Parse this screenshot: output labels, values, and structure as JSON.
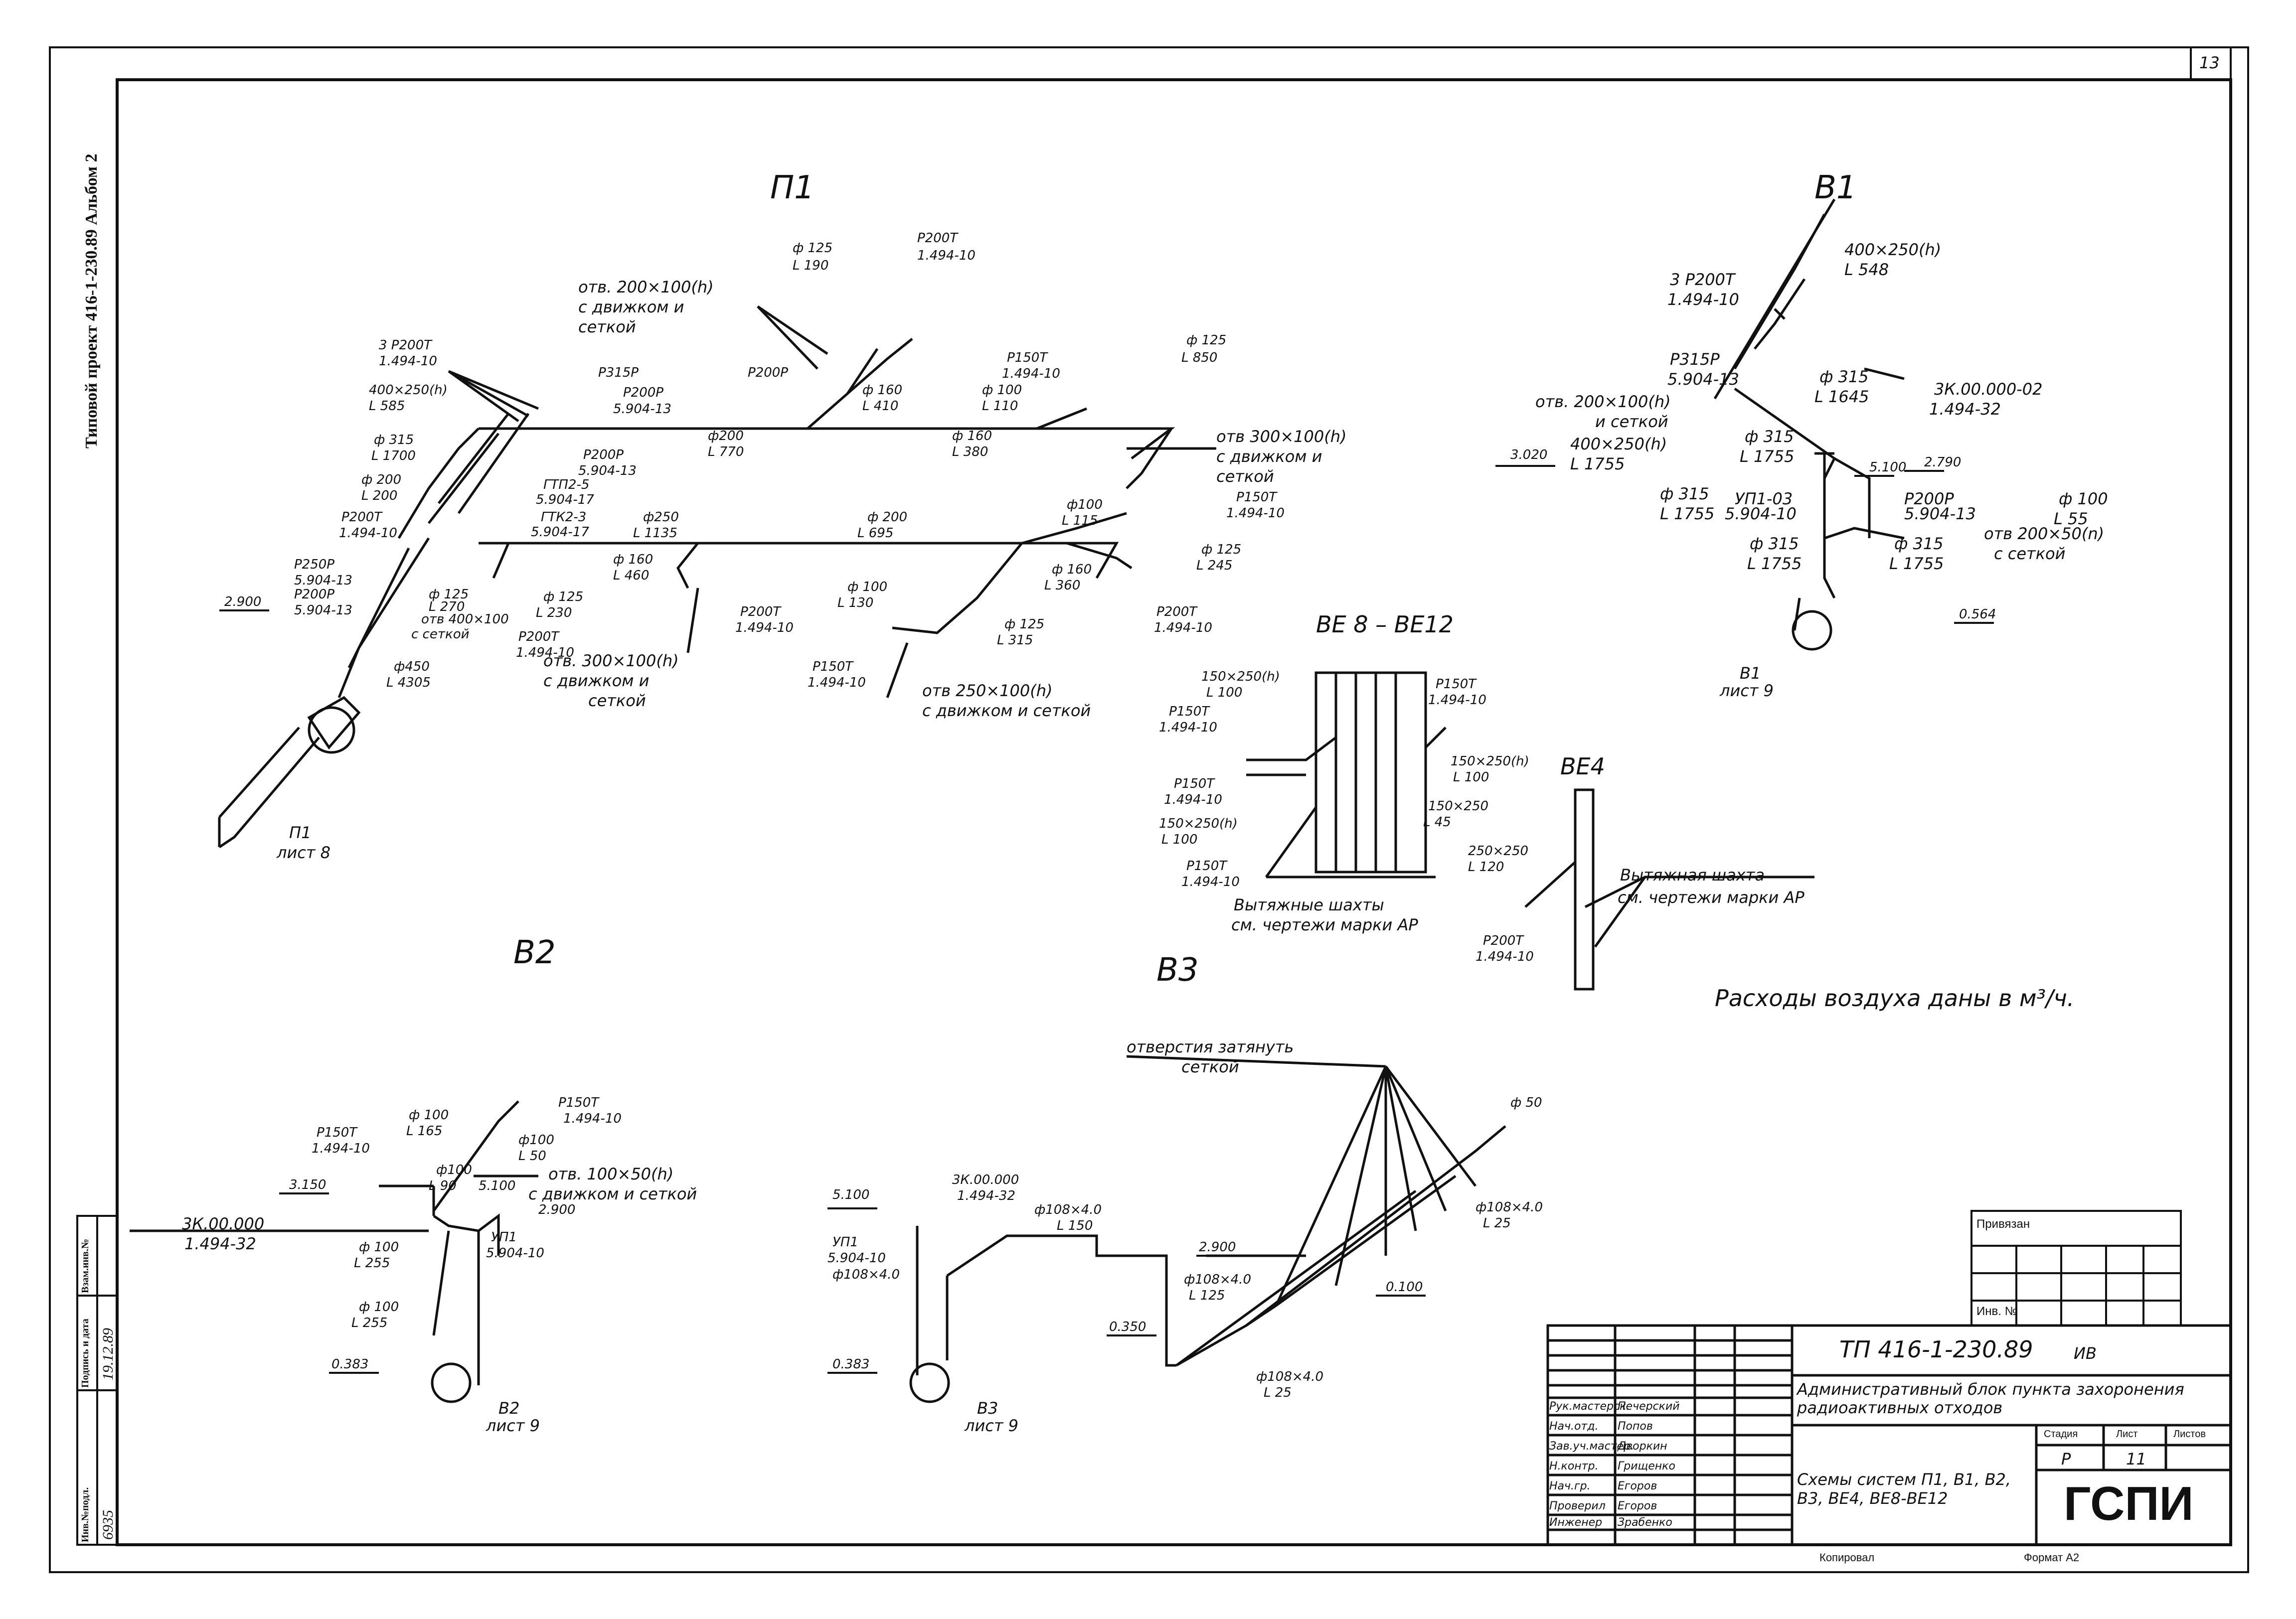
{
  "sheet_number": "13",
  "side_caption": "Типовой проект 416-1-230.89 Альбом 2",
  "note": "Расходы воздуха даны в м³/ч.",
  "systems": {
    "P1": {
      "title": "П1",
      "labels": [
        "отв. 200×100(h)",
        "с движком и",
        "сеткой",
        "ф 125",
        "L 190",
        "Р200Т",
        "1.494-10",
        "3 Р200Т",
        "1.494-10",
        "400×250(h)",
        "L 585",
        "Р315Р",
        "Р200Р",
        "5.904-13",
        "Р200Р",
        "ф 160",
        "L 410",
        "Р150Т",
        "1.494-10",
        "ф 100",
        "L 110",
        "ф 125",
        "L 850",
        "ф 315",
        "L 1700",
        "ф200",
        "L 770",
        "ф 160",
        "L 380",
        "отв 300×100(h)",
        "с движком и",
        "сеткой",
        "Р200Р",
        "5.904-13",
        "ф 200",
        "L 200",
        "ГТП2-5",
        "5.904-17",
        "ГТК2-3",
        "5.904-17",
        "Р200Т",
        "1.494-10",
        "ф250",
        "L 1135",
        "ф 200",
        "L 695",
        "ф100",
        "L 115",
        "Р150Т",
        "1.494-10",
        "Р250Р",
        "5.904-13",
        "Р200Р",
        "5.904-13",
        "ф 160",
        "L 460",
        "ф 160",
        "L 360",
        "ф 125",
        "L 245",
        "2.900",
        "ф 125",
        "L 270",
        "отв 400×100",
        "с сеткой",
        "ф 125",
        "L 230",
        "Р200Т",
        "1.494-10",
        "ф 100",
        "L 130",
        "ф 125",
        "L 315",
        "Р200Т",
        "1.494-10",
        "Р200Т",
        "1.494-10",
        "отв. 300×100(h)",
        "с движком и",
        "сеткой",
        "Р150Т",
        "1.494-10",
        "отв 250×100(h)",
        "с движком и сеткой",
        "ф450",
        "L 4305",
        "П1",
        "лист 8"
      ]
    },
    "B1": {
      "title": "В1",
      "labels": [
        "400×250(h)",
        "L 548",
        "3 Р200Т",
        "1.494-10",
        "Р315Р",
        "5.904-13",
        "ф 315",
        "L 1645",
        "отв. 200×100(h)",
        "и сеткой",
        "3К.00.000-02",
        "1.494-32",
        "3.020",
        "ф 315",
        "L 1755",
        "400×250(h)",
        "L 1755",
        "5.100",
        "2.790",
        "ф 315",
        "L 1755",
        "УП1-03",
        "5.904-10",
        "Р200Р",
        "5.904-13",
        "ф 100",
        "L 55",
        "ф 315",
        "L 1755",
        "ф 315",
        "L 1755",
        "отв 200×50(n)",
        "с сеткой",
        "0.564",
        "В1",
        "лист 9"
      ]
    },
    "BE8_BE12": {
      "title": "ВЕ 8 – ВЕ12",
      "labels": [
        "150×250(h)",
        "L 100",
        "Р150Т",
        "1.494-10",
        "Р150Т",
        "1.494-10",
        "150×250(h)",
        "L 100",
        "Р150Т",
        "1.494-10",
        "150×250(h)",
        "L 100",
        "150×250",
        "L 45",
        "Р150Т",
        "1.494-10",
        "Вытяжные шахты",
        "см. чертежи марки АР"
      ]
    },
    "BE4": {
      "title": "ВЕ4",
      "labels": [
        "250×250",
        "L 120",
        "Вытяжная шахта",
        "см. чертежи марки АР",
        "Р200Т",
        "1.494-10"
      ]
    },
    "B2": {
      "title": "В2",
      "labels": [
        "Р150Т",
        "1.494-10",
        "ф 100",
        "L 165",
        "Р150Т",
        "1.494-10",
        "3.150",
        "ф100",
        "L 50",
        "отв. 100×50(h)",
        "с движком и сеткой",
        "ф100",
        "L 90",
        "5.100",
        "2.900",
        "3К.00.000",
        "1.494-32",
        "ф 100",
        "L 255",
        "УП1",
        "5.904-10",
        "ф 100",
        "L 255",
        "0.383",
        "В2",
        "лист 9"
      ]
    },
    "B3": {
      "title": "В3",
      "labels": [
        "отверстия затянуть",
        "сеткой",
        "ф 50",
        "5.100",
        "3К.00.000",
        "1.494-32",
        "ф108×4.0",
        "L 150",
        "УП1",
        "5.904-10",
        "ф108×4.0",
        "2.900",
        "ф108×4.0",
        "L 125",
        "ф108×4.0",
        "L 25",
        "0.100",
        "0.350",
        "ф108×4.0",
        "L 25",
        "0.383",
        "В3",
        "лист 9"
      ]
    }
  },
  "left_strip": {
    "headers": [
      "Инв.№подл.",
      "Подпись и дата",
      "Взам.инв.№"
    ],
    "values": [
      "6935",
      "19.12.89",
      ""
    ]
  },
  "stamp_box": {
    "tied": "Привязан",
    "inv": "Инв. №"
  },
  "title_block": {
    "code": "ТП 416-1-230.89",
    "suffix": "ИВ",
    "project_name": "Административный блок пункта захоронения радиоактивных отходов",
    "sheet_title": "Схемы систем П1, В1, В2, В3, ВЕ4, ВЕ8-ВЕ12",
    "stage_label": "Стадия",
    "sheet_label": "Лист",
    "sheets_label": "Листов",
    "stage": "Р",
    "sheet": "11",
    "sheets": "",
    "org": "ГСПИ",
    "copied": "Копировал",
    "format": "Формат А2",
    "roles": [
      {
        "role": "Рук.мастерск.",
        "name": "Печерский"
      },
      {
        "role": "Нач.отд.",
        "name": "Попов"
      },
      {
        "role": "Зав.уч.мастер.",
        "name": "Дворкин"
      },
      {
        "role": "Н.контр.",
        "name": "Грищенко"
      },
      {
        "role": "Нач.гр.",
        "name": "Егоров"
      },
      {
        "role": "Проверил",
        "name": "Егоров"
      },
      {
        "role": "Инженер",
        "name": "Зрабенко"
      }
    ]
  }
}
